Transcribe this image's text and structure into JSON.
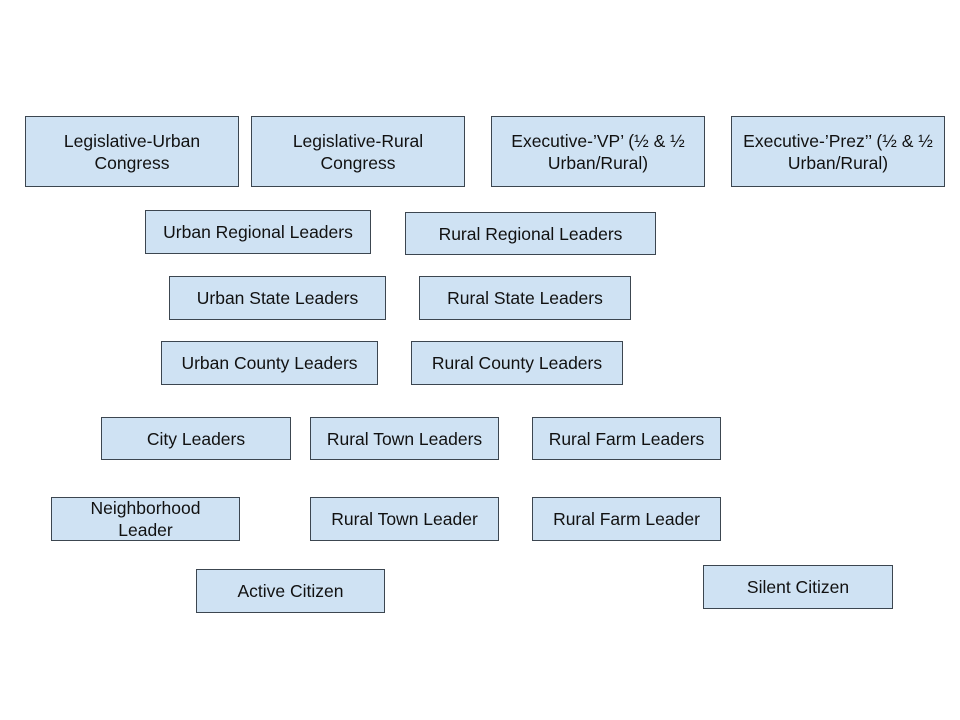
{
  "nodes": {
    "legislative_urban": "Legislative-Urban Congress",
    "legislative_rural": "Legislative-Rural Congress",
    "executive_vp": "Executive-’VP’ (½ & ½ Urban/Rural)",
    "executive_prez": "Executive-’Prez’’ (½ & ½ Urban/Rural)",
    "urban_regional": "Urban Regional Leaders",
    "rural_regional": "Rural Regional Leaders",
    "urban_state": "Urban State Leaders",
    "rural_state": "Rural State Leaders",
    "urban_county": "Urban County Leaders",
    "rural_county": "Rural County Leaders",
    "city_leaders": "City Leaders",
    "rural_town_leaders": "Rural Town Leaders",
    "rural_farm_leaders": "Rural Farm Leaders",
    "neighborhood_leader": "Neighborhood Leader",
    "rural_town_leader": "Rural Town Leader",
    "rural_farm_leader": "Rural Farm Leader",
    "active_citizen": "Active Citizen",
    "silent_citizen": "Silent Citizen"
  }
}
